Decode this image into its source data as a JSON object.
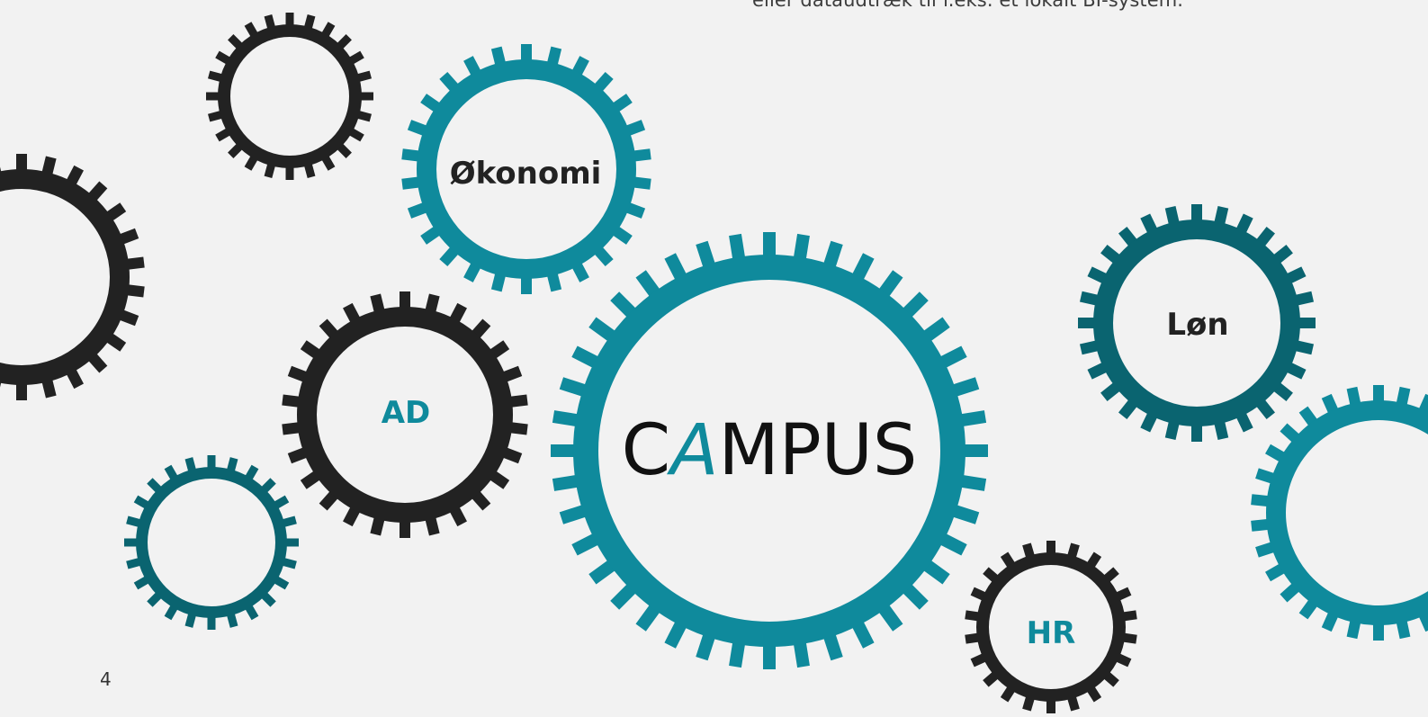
{
  "intro_text_fragment": "eller dataudtræk til f.eks. et lokalt BI-system.",
  "page_number": "4",
  "colors": {
    "background": "#f2f2f2",
    "teal": "#0f8a9c",
    "teal_dark": "#0a6470",
    "black": "#222222"
  },
  "logo": {
    "text_c": "C",
    "text_a": "A",
    "text_rest": "MPUS"
  },
  "gears": [
    {
      "name": "gear-economy",
      "label": "Økonomi",
      "color": "teal"
    },
    {
      "name": "gear-ad",
      "label": "AD",
      "color": "black"
    },
    {
      "name": "gear-payroll",
      "label": "Løn",
      "color": "teal_dark"
    },
    {
      "name": "gear-hr",
      "label": "HR",
      "color": "black"
    }
  ]
}
